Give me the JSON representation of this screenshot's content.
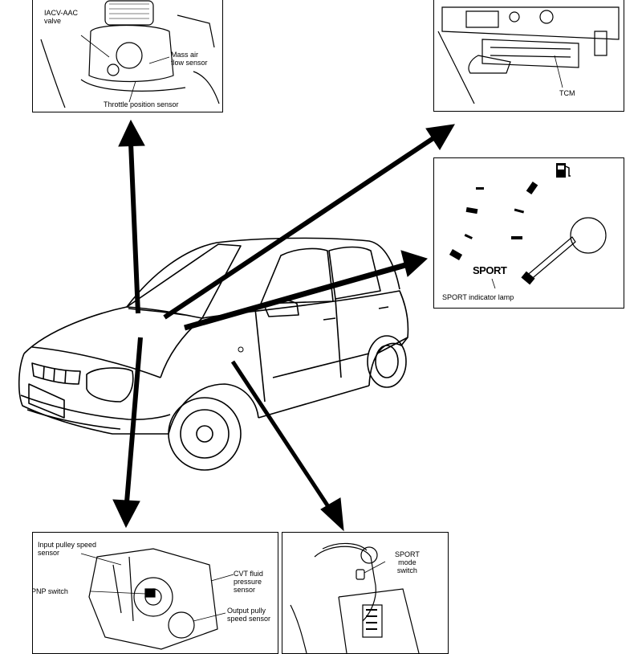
{
  "engine_panel": {
    "label_iacv": "IACV-AAC\nvalve",
    "label_maf": "Mass air\nflow sensor",
    "label_tps": "Throttle position sensor"
  },
  "tcm_panel": {
    "label_tcm": "TCM"
  },
  "cluster_panel": {
    "sport_text": "SPORT",
    "label_lamp": "SPORT indicator lamp"
  },
  "transmission_panel": {
    "label_input_pulley": "Input pulley speed\nsensor",
    "label_pnp": "PNP switch",
    "label_cvt_fluid": "CVT fluid\npressure\nsensor",
    "label_output_pulley": "Output pully\nspeed sensor"
  },
  "shifter_panel": {
    "label_sport_switch": "SPORT\nmode\nswitch"
  }
}
